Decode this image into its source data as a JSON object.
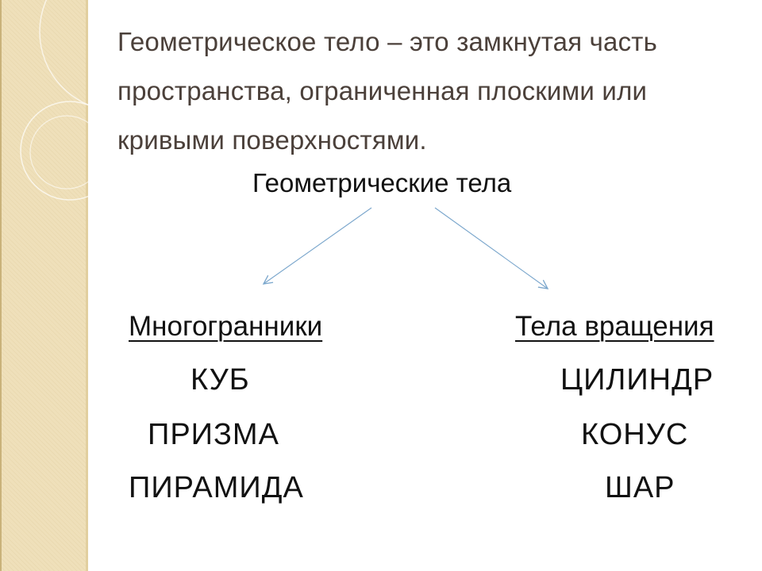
{
  "slide": {
    "title": "Геометрическое тело – это замкнутая часть пространства, ограниченная плоскими или кривыми поверхностями.",
    "subtitle": "Геометрические тела",
    "left_column": {
      "heading": "Многогранники",
      "items": [
        "КУБ",
        "ПРИЗМА",
        "ПИРАМИДА"
      ]
    },
    "right_column": {
      "heading": "Тела вращения",
      "items": [
        "ЦИЛИНДР",
        "КОНУС",
        "ШАР"
      ]
    }
  },
  "colors": {
    "title_text": "#4b403a",
    "body_text": "#111111",
    "sidebar_bg": "#efe0ba",
    "arrow": "#7aa6cc"
  }
}
